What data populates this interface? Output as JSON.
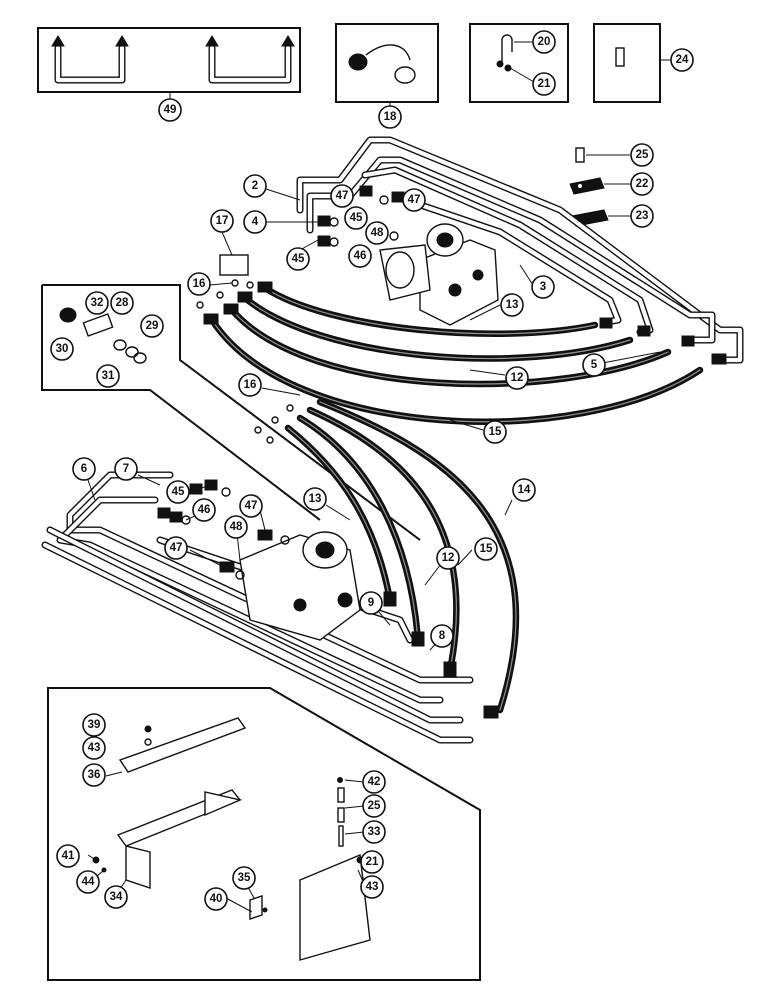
{
  "diagram": {
    "callouts": {
      "c49": "49",
      "c18": "18",
      "c20": "20",
      "c21a": "21",
      "c24": "24",
      "c25a": "25",
      "c22": "22",
      "c23": "23",
      "c2": "2",
      "c4": "4",
      "c47a": "47",
      "c47b": "47",
      "c45a": "45",
      "c45b": "45",
      "c46a": "46",
      "c48a": "48",
      "c17": "17",
      "c16a": "16",
      "c3": "3",
      "c32": "32",
      "c28": "28",
      "c30": "30",
      "c29": "29",
      "c31": "31",
      "c13a": "13",
      "c5": "5",
      "c12a": "12",
      "c15a": "15",
      "c16b": "16",
      "c14": "14",
      "c6": "6",
      "c7": "7",
      "c45c": "45",
      "c46b": "46",
      "c47c": "47",
      "c48b": "48",
      "c47d": "47",
      "c13b": "13",
      "c12b": "12",
      "c15b": "15",
      "c9": "9",
      "c8": "8",
      "c39": "39",
      "c43a": "43",
      "c36": "36",
      "c42": "42",
      "c25b": "25",
      "c33": "33",
      "c41": "41",
      "c44": "44",
      "c34": "34",
      "c21b": "21",
      "c43b": "43",
      "c35": "35",
      "c40": "40"
    }
  }
}
